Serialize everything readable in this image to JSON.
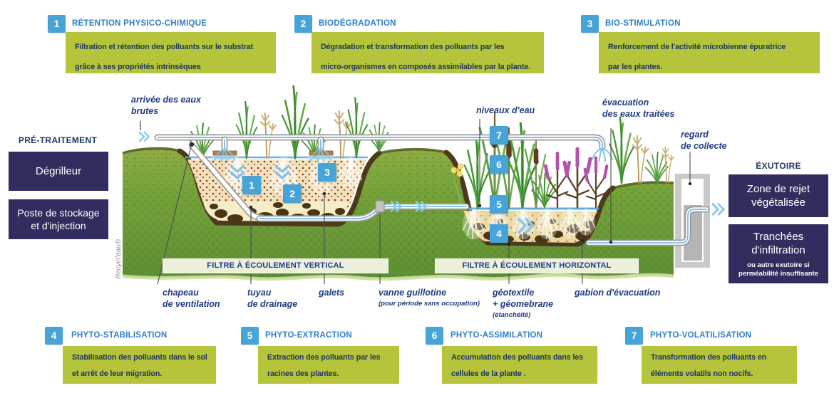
{
  "colors": {
    "badge_blue": "#47a4d9",
    "title_blue": "#2e7fc4",
    "box_green": "#b5c43b",
    "navy_panel": "#312d5e",
    "label_navy": "#1f3a80",
    "body_navy": "#1d3660",
    "water_blue": "#7fc0ee",
    "terrain_green": "#76a23a",
    "substrate_red": "#8e3323",
    "sand": "#ead7a0",
    "soil_border": "#4d3a1d"
  },
  "top_boxes": [
    {
      "num": "1",
      "title": "RÉTENTION PHYSICO-CHIMIQUE",
      "body": "Filtration et rétention des polluants sur le substrat\ngrâce à ses propriétés intrinsèques"
    },
    {
      "num": "2",
      "title": "BIODÉGRADATION",
      "body": "Dégradation et transformation des polluants par les\nmicro-organismes en composés assimilables par la plante."
    },
    {
      "num": "3",
      "title": "BIO-STIMULATION",
      "body": "Renforcement de l'activité microbienne épuratrice\npar les plantes."
    }
  ],
  "bottom_boxes": [
    {
      "num": "4",
      "title": "PHYTO-STABILISATION",
      "body": "Stabilisation des polluants dans le sol\net arrêt de leur migration."
    },
    {
      "num": "5",
      "title": "PHYTO-EXTRACTION",
      "body": "Extraction des polluants par les\nracines des plantes."
    },
    {
      "num": "6",
      "title": "PHYTO-ASSIMILATION",
      "body": "Accumulation des polluants dans les\ncellules de la plante ."
    },
    {
      "num": "7",
      "title": "PHYTO-VOLATILISATION",
      "body": "Transformation des polluants en\néléments volatils non nocifs."
    }
  ],
  "pretreatment": {
    "header": "PRÉ-TRAITEMENT",
    "box1": "Dégrilleur",
    "box2": "Poste de stockage\net d'injection"
  },
  "outlet": {
    "header": "ÉXUTOIRE",
    "box1": "Zone de rejet\nvégétalisée",
    "box2_title": "Tranchées\nd'infiltration",
    "box2_note": "ou autre exutoire si\nperméabilité insuffisante"
  },
  "diagram_labels": {
    "arrivee": "arrivée des eaux\nbrutes",
    "niveaux": "niveaux d'eau",
    "evacuation": "évacuation\ndes eaux traitées",
    "regard": "regard\nde collecte",
    "chapeau": "chapeau\nde ventilation",
    "tuyau": "tuyau\nde drainage",
    "galets": "galets",
    "vanne": "vanne guillotine",
    "vanne_note": "(pour période sans occupation)",
    "geotextile": "géotextile\n+ géomebrane",
    "geotextile_note": "(étanchéité)",
    "gabion": "gabion d'évacuation",
    "filtre_vertical": "FILTRE À ÉCOULEMENT VERTICAL",
    "filtre_horizontal": "FILTRE À ÉCOULEMENT HORIZONTAL",
    "watermark": "Recycl'eau®"
  },
  "badges": {
    "b1": "1",
    "b2": "2",
    "b3": "3",
    "b4": "4",
    "b5": "5",
    "b6": "6",
    "b7": "7"
  }
}
